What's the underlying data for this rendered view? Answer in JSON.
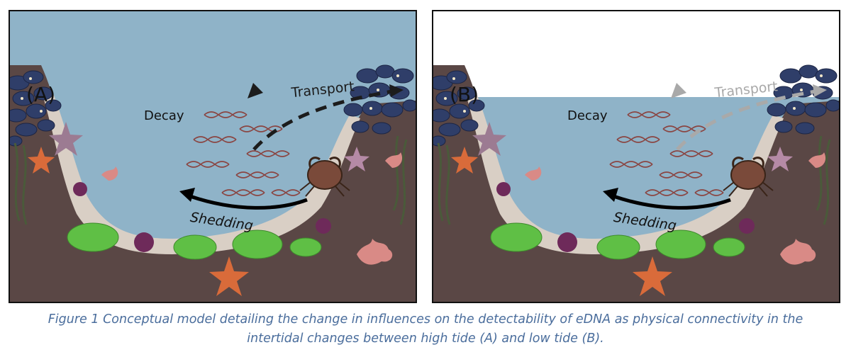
{
  "panels": [
    {
      "id": "A",
      "label": "(A)",
      "tide": "high",
      "water_color": "#8fb3c8",
      "transport_label": "Transport",
      "transport_color": "#1c1c1c",
      "decay_label": "Decay",
      "shedding_label": "Shedding"
    },
    {
      "id": "B",
      "label": "(B)",
      "tide": "low",
      "water_color": "#8fb3c8",
      "transport_label": "Transport",
      "transport_color": "#a9a9a9",
      "decay_label": "Decay",
      "shedding_label": "Shedding"
    }
  ],
  "caption": {
    "line1": "Figure 1 Conceptual model detailing the change in influences on the detectability of eDNA as physical connectivity in the",
    "line2": "intertidal changes between high tide (A) and low tide (B)."
  },
  "colors": {
    "rock": "#5a4745",
    "sand": "#d9cfc5",
    "mussel": "#2f3e69",
    "dna": "#8a3a34",
    "anemone": "#5fbf45",
    "seastar": "#d96b3a",
    "urchin": "#6e2a5a",
    "border": "#111111"
  },
  "icons": [
    "mussel-cluster-icon",
    "sea-star-icon",
    "sea-urchin-icon",
    "sea-anemone-icon",
    "crab-icon",
    "dna-helix-icon",
    "seaweed-icon"
  ]
}
